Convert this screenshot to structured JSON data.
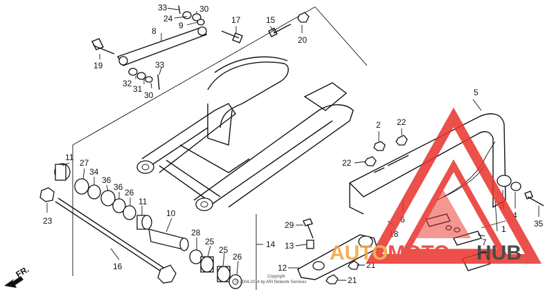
{
  "diagram": {
    "labels": [
      {
        "id": "l33a",
        "text": "33"
      },
      {
        "id": "l30a",
        "text": "30"
      },
      {
        "id": "l24",
        "text": "24"
      },
      {
        "id": "l9",
        "text": "9"
      },
      {
        "id": "l8",
        "text": "8"
      },
      {
        "id": "l17",
        "text": "17"
      },
      {
        "id": "l15",
        "text": "15"
      },
      {
        "id": "l20",
        "text": "20"
      },
      {
        "id": "l19",
        "text": "19"
      },
      {
        "id": "l33b",
        "text": "33"
      },
      {
        "id": "l32",
        "text": "32"
      },
      {
        "id": "l31",
        "text": "31"
      },
      {
        "id": "l30b",
        "text": "30"
      },
      {
        "id": "l5",
        "text": "5"
      },
      {
        "id": "l2",
        "text": "2"
      },
      {
        "id": "l22a",
        "text": "22"
      },
      {
        "id": "l22b",
        "text": "22"
      },
      {
        "id": "l11a",
        "text": "11"
      },
      {
        "id": "l27",
        "text": "27"
      },
      {
        "id": "l34",
        "text": "34"
      },
      {
        "id": "l36a",
        "text": "36"
      },
      {
        "id": "l36b",
        "text": "36"
      },
      {
        "id": "l26a",
        "text": "26"
      },
      {
        "id": "l11b",
        "text": "11"
      },
      {
        "id": "l10",
        "text": "10"
      },
      {
        "id": "l23",
        "text": "23"
      },
      {
        "id": "l28",
        "text": "28"
      },
      {
        "id": "l25a",
        "text": "25"
      },
      {
        "id": "l25b",
        "text": "25"
      },
      {
        "id": "l26b",
        "text": "26"
      },
      {
        "id": "l16",
        "text": "16"
      },
      {
        "id": "l14",
        "text": "14"
      },
      {
        "id": "l29",
        "text": "29"
      },
      {
        "id": "l13",
        "text": "13"
      },
      {
        "id": "l12",
        "text": "12"
      },
      {
        "id": "l21a",
        "text": "21"
      },
      {
        "id": "l21b",
        "text": "21"
      },
      {
        "id": "l18",
        "text": "18"
      },
      {
        "id": "l6",
        "text": "6"
      },
      {
        "id": "l3",
        "text": "3"
      },
      {
        "id": "l4",
        "text": "4"
      },
      {
        "id": "l1",
        "text": "1"
      },
      {
        "id": "l7",
        "text": "7"
      },
      {
        "id": "l35",
        "text": "35"
      }
    ],
    "direction_label": "FR.",
    "copyright_line1": "Copyright",
    "copyright_line2": "© 2004-2014 by ARI Network Services"
  },
  "watermark": {
    "text_part1": "AUTO",
    "text_part2": "MOTO",
    "text_part3": "HUB",
    "colors": {
      "red": "#e8322b",
      "orange": "#f2a33a",
      "dark": "#2b2b2b"
    }
  }
}
